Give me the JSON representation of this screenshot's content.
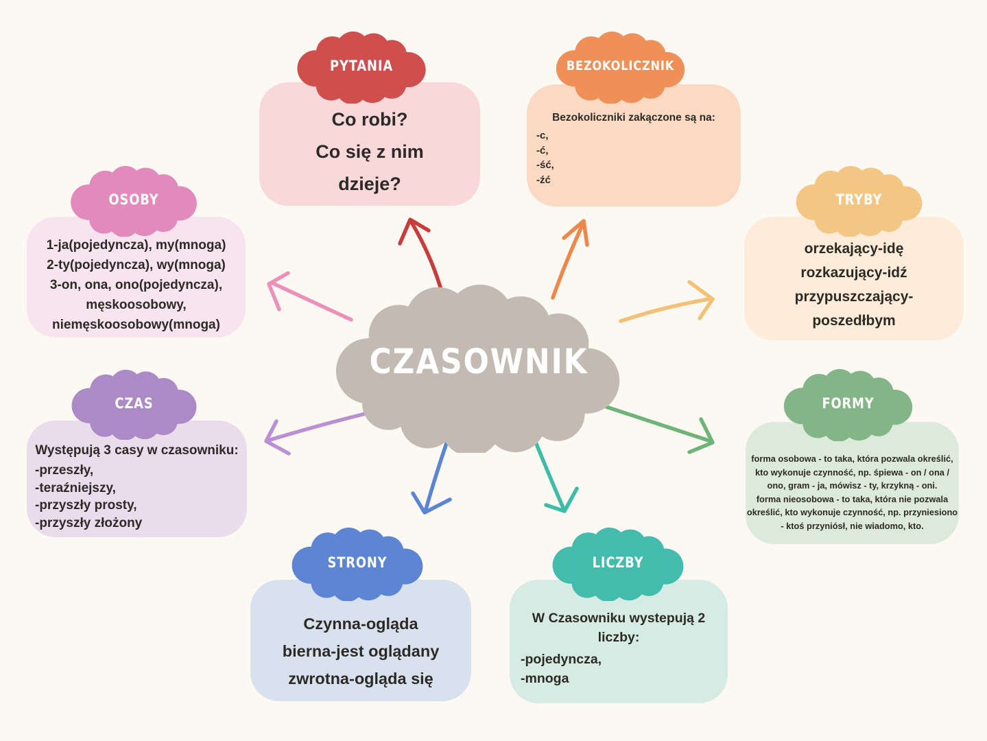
{
  "background_color": "#fcf9f2",
  "text_color": "#2d2a26",
  "center": {
    "label": "CZASOWNIK",
    "cloud_color": "#c3bab2",
    "label_color": "#ffffff"
  },
  "nodes": {
    "pytania": {
      "title": "PYTANIA",
      "lines": [
        "Co robi?",
        "Co się z nim",
        "dzieje?"
      ],
      "cloud_color": "#cf4f4f",
      "box_color": "#f9d8d9",
      "arrow_color": "#c93c3e"
    },
    "bezokolicznik": {
      "title": "BEZOKOLICZNIK",
      "heading": "Bezokoliczniki zakączone są na:",
      "lines": [
        "-c,",
        "-ć,",
        "-ść,",
        "-źć"
      ],
      "cloud_color": "#ef9059",
      "box_color": "#fbd9c2",
      "arrow_color": "#ee8747"
    },
    "osoby": {
      "title": "OSOBY",
      "lines": [
        "1-ja(pojedyncza), my(mnoga)",
        "2-ty(pojedyncza), wy(mnoga)",
        "3-on, ona, ono(pojedyncza),",
        "męskoosobowy,",
        "niemęskoosobowy(mnoga)"
      ],
      "cloud_color": "#e28abc",
      "box_color": "#f8e4ee",
      "arrow_color": "#ee8fba"
    },
    "tryby": {
      "title": "TRYBY",
      "lines": [
        "orzekający-idę",
        "rozkazujący-idź",
        "przypuszczający-",
        "poszedłbym"
      ],
      "cloud_color": "#f4c683",
      "box_color": "#fcecd9",
      "arrow_color": "#f2c077"
    },
    "czas": {
      "title": "CZAS",
      "heading": "Występują 3 casy w czasowniku:",
      "lines": [
        "-przeszły,",
        "-teraźniejszy,",
        "-przyszły prosty,",
        "-przyszły złożony"
      ],
      "cloud_color": "#ac8ac5",
      "box_color": "#e9dcec",
      "arrow_color": "#bb8fd3"
    },
    "formy": {
      "title": "FORMY",
      "lines": [
        "forma osobowa - to taka, która pozwala określić,",
        "kto wykonuje czynność, np. śpiewa - on / ona /",
        "ono, gram - ja, mówisz - ty, krzykną - oni.",
        "forma nieosobowa - to taka, która nie pozwala",
        "określić, kto wykonuje czynność, np. przyniesiono",
        "- ktoś przyniósł, nie wiadomo, kto."
      ],
      "cloud_color": "#84b588",
      "box_color": "#dcead9",
      "arrow_color": "#6eb377"
    },
    "strony": {
      "title": "STRONY",
      "lines": [
        "Czynna-ogląda",
        "bierna-jest oglądany",
        "zwrotna-ogląda się"
      ],
      "cloud_color": "#5c86d3",
      "box_color": "#d8e2ef",
      "arrow_color": "#5b84d6"
    },
    "liczby": {
      "title": "LICZBY",
      "heading_lines": [
        "W Czasowniku wystepują 2",
        "liczby:"
      ],
      "lines": [
        "-pojedyncza,",
        "-mnoga"
      ],
      "cloud_color": "#43bcae",
      "box_color": "#d5ebe3",
      "arrow_color": "#3ebda6"
    }
  }
}
